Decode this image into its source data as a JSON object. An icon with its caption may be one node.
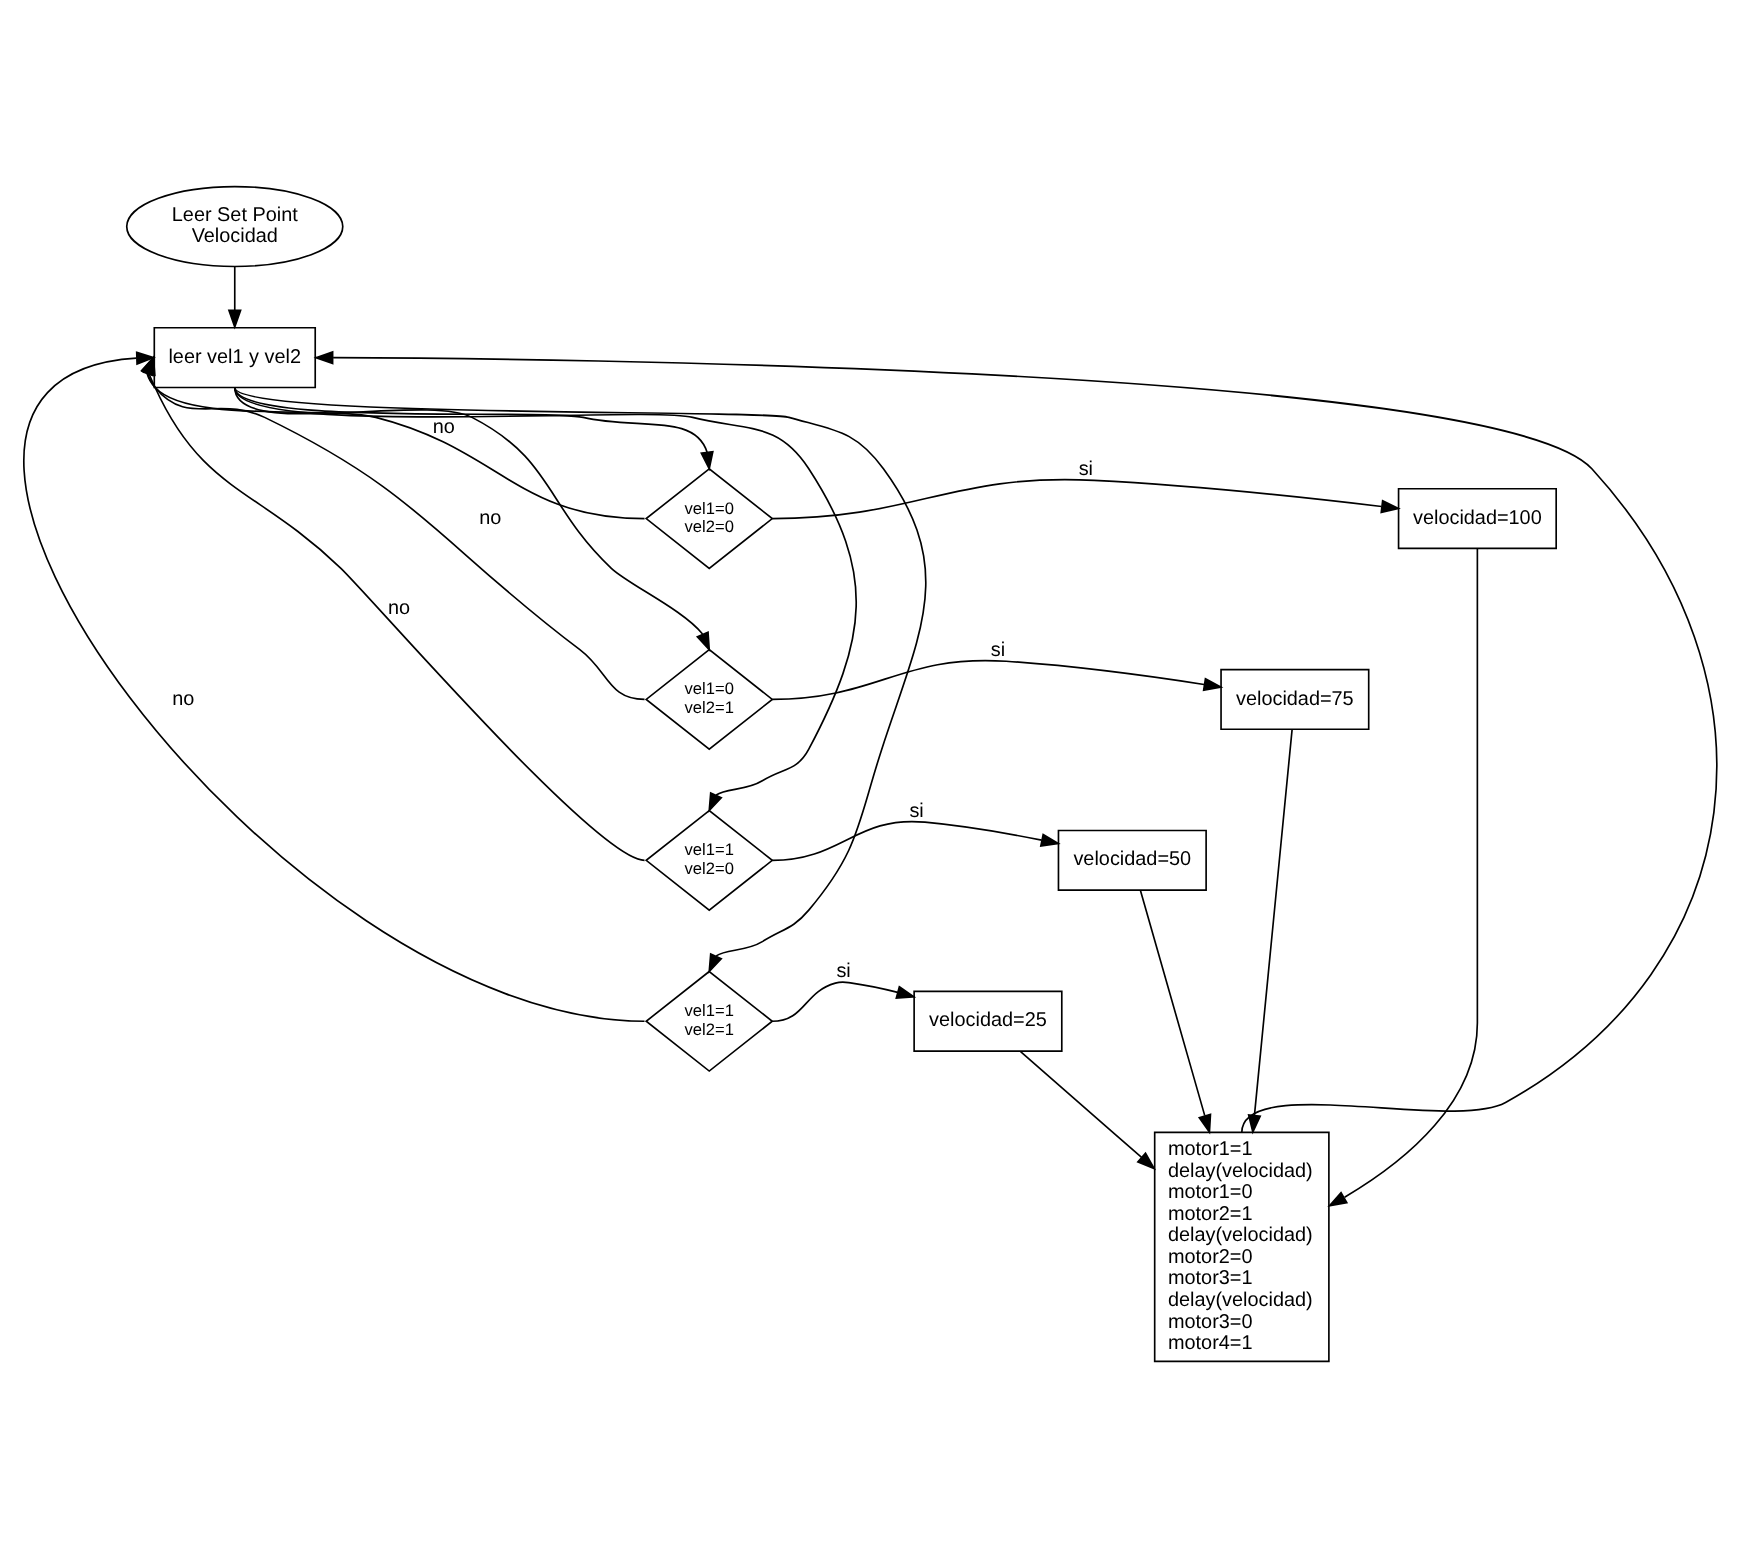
{
  "diagram": {
    "nodes": [
      {
        "text": [
          "Leer Set Point Velocidad"
        ]
      },
      {
        "text": [
          "leer vel1 y vel2"
        ]
      },
      {
        "text": [
          "vel1=0",
          "vel2=0"
        ]
      },
      {
        "text": [
          "velocidad=100"
        ]
      },
      {
        "text": [
          "vel1=0",
          "vel2=1"
        ]
      },
      {
        "text": [
          "velocidad=75"
        ]
      },
      {
        "text": [
          "vel1=1",
          "vel2=0"
        ]
      },
      {
        "text": [
          "velocidad=50"
        ]
      },
      {
        "text": [
          "vel1=1",
          "vel2=1"
        ]
      },
      {
        "text": [
          "velocidad=25"
        ]
      },
      {
        "text": [
          "motor1=1",
          "delay(velocidad)",
          "motor1=0",
          "motor2=1",
          "delay(velocidad)",
          "motor2=0",
          "motor3=1",
          "delay(velocidad)",
          "motor3=0",
          "motor4=1"
        ]
      }
    ],
    "edges": [
      {
        "from": 0,
        "to": 1,
        "arrow": "to"
      },
      {
        "from": 1,
        "to": 2,
        "arrow": "to"
      },
      {
        "from": 2,
        "to": 3,
        "label": "si",
        "arrow": "to"
      },
      {
        "from": 2,
        "to": 1,
        "label": "no",
        "arrow": "to"
      },
      {
        "from": 1,
        "to": 4,
        "arrow": "to"
      },
      {
        "from": 4,
        "to": 5,
        "label": "si",
        "arrow": "to"
      },
      {
        "from": 4,
        "to": 1,
        "label": "no",
        "arrow": "to"
      },
      {
        "from": 1,
        "to": 6,
        "arrow": "to"
      },
      {
        "from": 6,
        "to": 7,
        "label": "si",
        "arrow": "to"
      },
      {
        "from": 6,
        "to": 1,
        "label": "no",
        "arrow": "to"
      },
      {
        "from": 1,
        "to": 8,
        "arrow": "to"
      },
      {
        "from": 8,
        "to": 9,
        "label": "si",
        "arrow": "to"
      },
      {
        "from": 8,
        "to": 1,
        "label": "no",
        "arrow": "to"
      },
      {
        "from": 3,
        "to": 10,
        "arrow": "to"
      },
      {
        "from": 5,
        "to": 10,
        "arrow": "to"
      },
      {
        "from": 7,
        "to": 10,
        "arrow": "to"
      },
      {
        "from": 9,
        "to": 10,
        "arrow": "to"
      },
      {
        "from": 10,
        "to": 1,
        "arrow": "to"
      }
    ]
  }
}
